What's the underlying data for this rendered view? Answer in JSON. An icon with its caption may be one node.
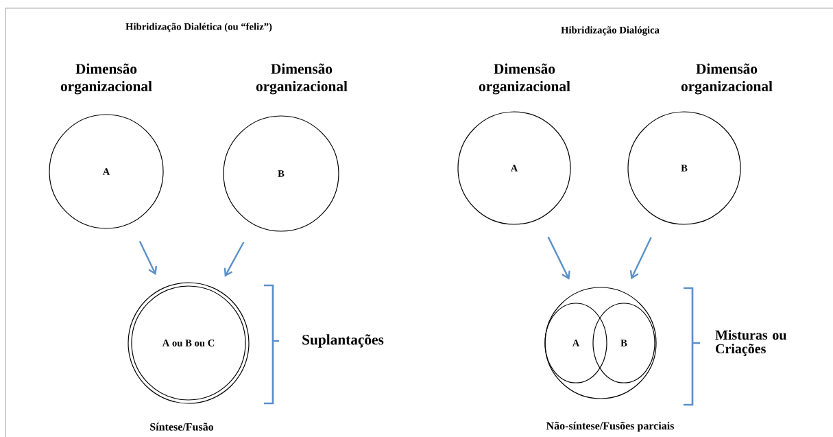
{
  "diagram": {
    "nodes": [
      {
        "text": [
          "A"
        ],
        "beside": [
          "Dimensão organizacional"
        ]
      },
      {
        "text": [
          "B"
        ],
        "beside": [
          "Dimensão organizacional"
        ]
      },
      {
        "text": [
          "A ou B ou C"
        ],
        "beside": [
          "Síntese/Fusão"
        ]
      },
      {
        "text": [
          "A"
        ],
        "beside": [
          "Dimensão organizacional"
        ]
      },
      {
        "text": [
          "B"
        ],
        "beside": [
          "Dimensão organizacional"
        ]
      },
      {
        "text": [],
        "shape": "circle",
        "beside": [
          "Não-síntese/Fusões parciais"
        ]
      },
      {
        "text": [
          "A"
        ],
        "in": 5
      },
      {
        "text": [
          "B"
        ],
        "in": 5
      }
    ],
    "edges": [
      {
        "from": 0,
        "to": 2,
        "arrow": "to"
      },
      {
        "from": 1,
        "to": 2,
        "arrow": "to"
      },
      {
        "from": 3,
        "to": 5,
        "arrow": "to"
      },
      {
        "from": 4,
        "to": 5,
        "arrow": "to"
      }
    ],
    "labels": [
      "Hibridização Dialética (ou “feliz”)",
      "Hibridização Dialógica",
      "Suplantações",
      "Misturas ou Criações"
    ]
  }
}
